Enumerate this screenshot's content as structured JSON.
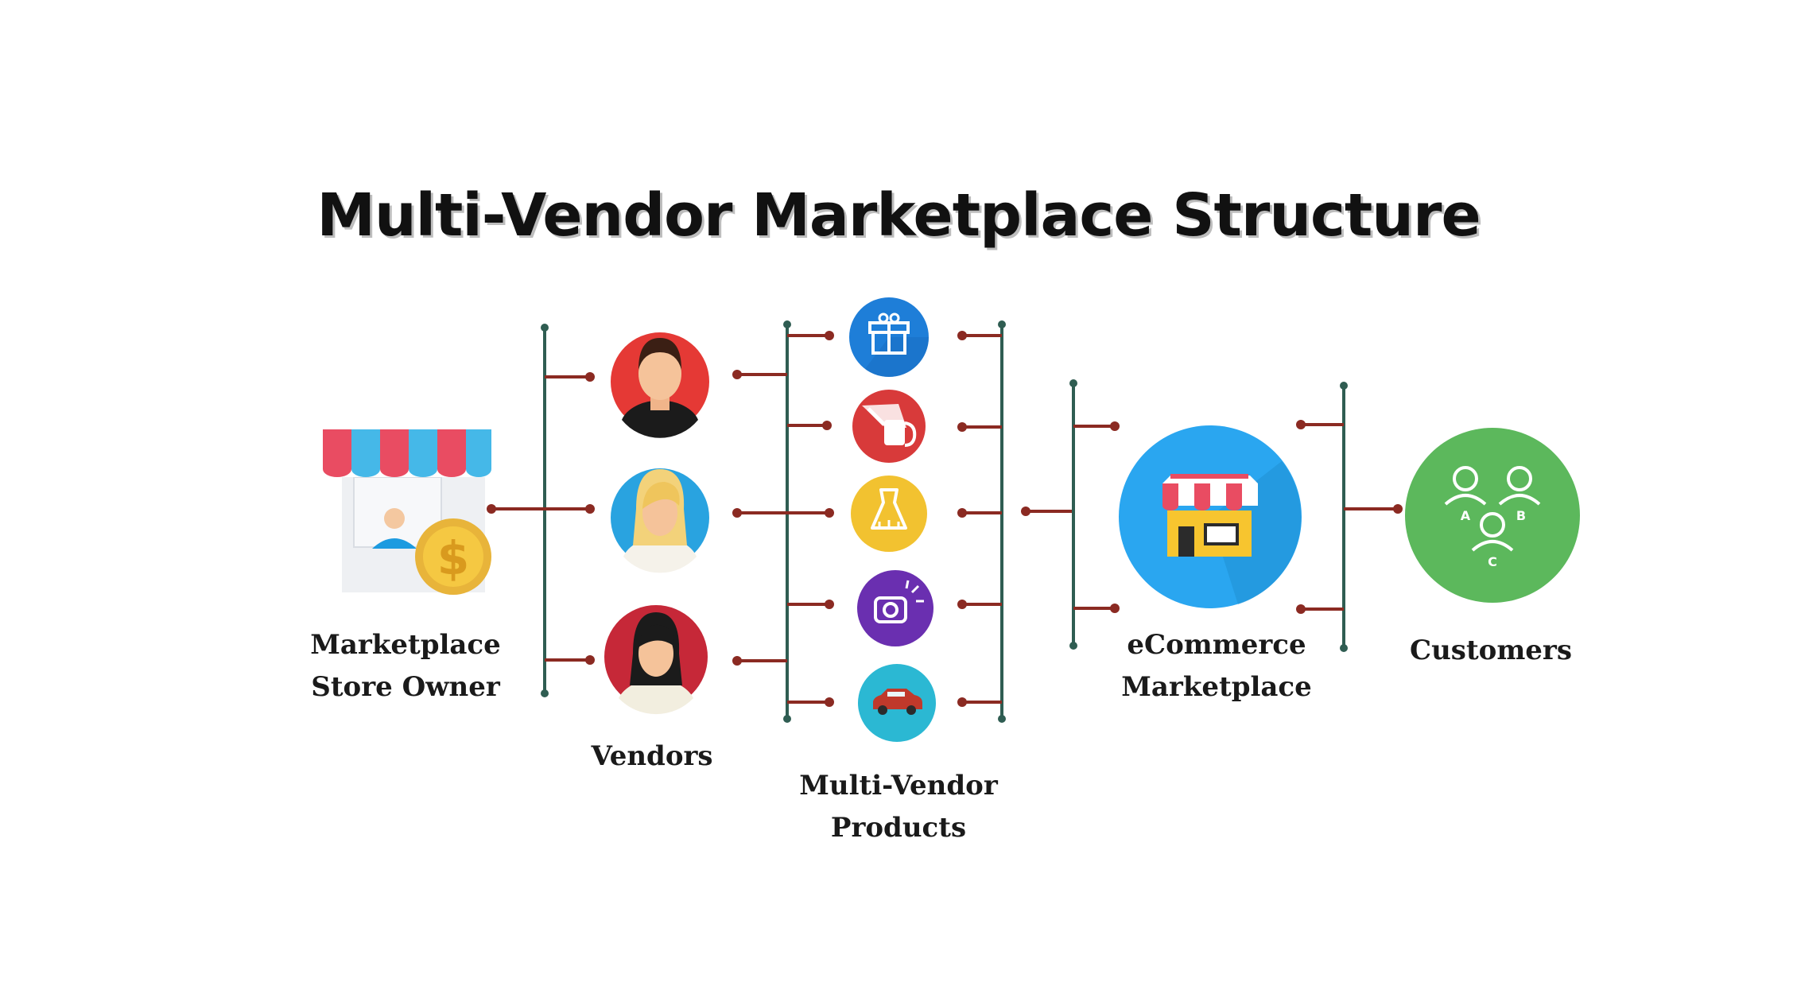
{
  "title": "Multi-Vendor Marketplace Structure",
  "labels": {
    "store_owner": [
      "Marketplace",
      "Store Owner"
    ],
    "vendors": [
      "Vendors"
    ],
    "products": [
      "Multi-Vendor",
      "Products"
    ],
    "marketplace": [
      "eCommerce",
      "Marketplace"
    ],
    "customers": [
      "Customers"
    ]
  },
  "customer_groups": [
    "A",
    "B",
    "C"
  ],
  "colors": {
    "node_line": "#8b2a22",
    "bus_line": "#2f5d52",
    "vendor_1_bg": "#e53935",
    "vendor_2_bg": "#29a3e0",
    "vendor_3_bg": "#c62838",
    "product_gift_bg": "#1e7ed8",
    "product_watering_bg": "#d83a3a",
    "product_dress_bg": "#f2c230",
    "product_camera_bg": "#6a2fb0",
    "product_car_bg": "#2bb8d3",
    "marketplace_bg": "#2aa6f0",
    "customers_bg": "#5cb85c"
  },
  "icons": {
    "store_owner": "storefront-owner-icon",
    "vendors": [
      "male-vendor-icon",
      "female-blonde-vendor-icon",
      "female-vendor-icon"
    ],
    "products": [
      "gift-icon",
      "watering-can-icon",
      "dress-icon",
      "camera-icon",
      "car-icon"
    ],
    "marketplace": "shop-icon",
    "customers": "customer-group-icon"
  }
}
